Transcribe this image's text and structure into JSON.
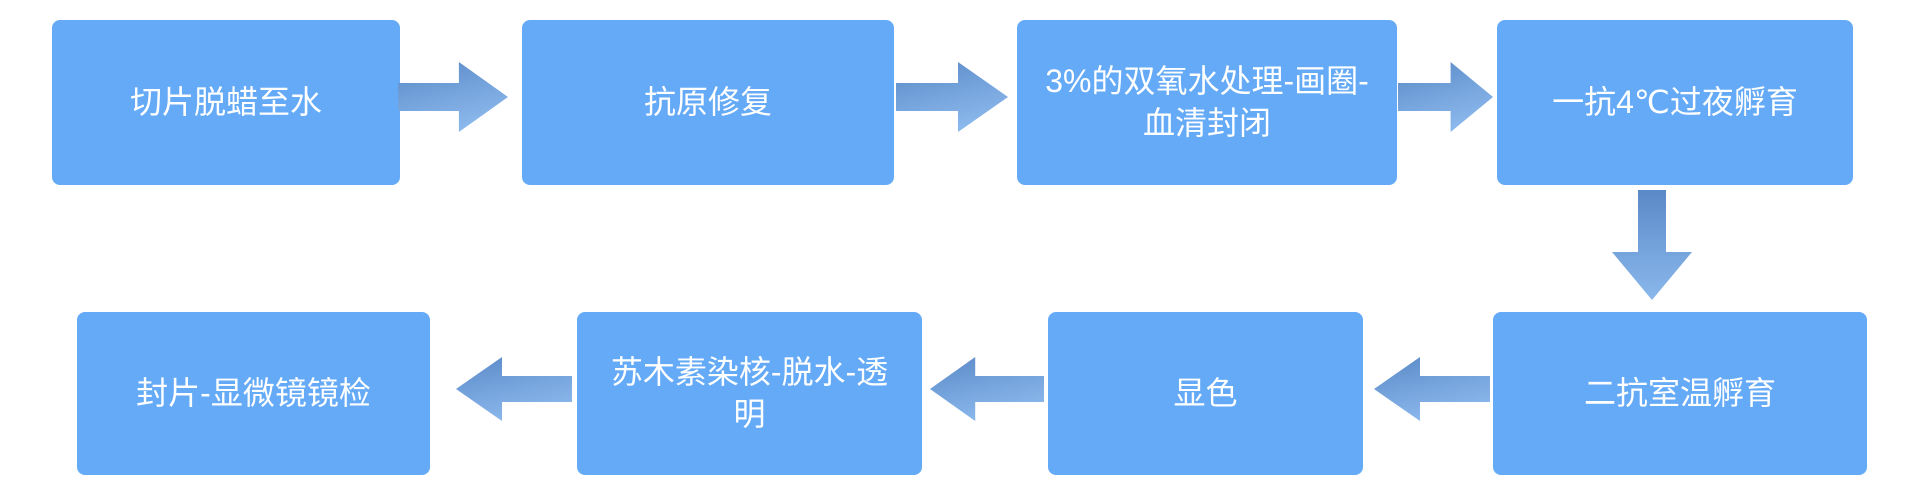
{
  "diagram": {
    "type": "flowchart",
    "colors": {
      "background": "#ffffff",
      "box_fill": "#64aaf7",
      "box_text": "#ffffff",
      "arrow_dark": "#5b89c7",
      "arrow_light": "#8ab8ec"
    },
    "steps": [
      {
        "id": 1,
        "text": "切片脱蜡至水",
        "lines": [
          "切片脱蜡至水"
        ]
      },
      {
        "id": 2,
        "text": "抗原修复",
        "lines": [
          "抗原修复"
        ]
      },
      {
        "id": 3,
        "text": "3%的双氧水处理-画圈-血清封闭",
        "lines": [
          "3%的双氧水处理-画圈-",
          "血清封闭"
        ]
      },
      {
        "id": 4,
        "text": "一抗4℃过夜孵育",
        "lines": [
          "一抗4℃过夜孵育"
        ]
      },
      {
        "id": 5,
        "text": "二抗室温孵育",
        "lines": [
          "二抗室温孵育"
        ]
      },
      {
        "id": 6,
        "text": "显色",
        "lines": [
          "显色"
        ]
      },
      {
        "id": 7,
        "text": "苏木素染核-脱水-透明",
        "lines": [
          "苏木素染核-脱水-透",
          "明"
        ]
      },
      {
        "id": 8,
        "text": "封片-显微镜镜检",
        "lines": [
          "封片-显微镜镜检"
        ]
      }
    ],
    "connectors": [
      {
        "from": 1,
        "to": 2,
        "direction": "right"
      },
      {
        "from": 2,
        "to": 3,
        "direction": "right"
      },
      {
        "from": 3,
        "to": 4,
        "direction": "right"
      },
      {
        "from": 4,
        "to": 5,
        "direction": "down"
      },
      {
        "from": 5,
        "to": 6,
        "direction": "left"
      },
      {
        "from": 6,
        "to": 7,
        "direction": "left"
      },
      {
        "from": 7,
        "to": 8,
        "direction": "left"
      }
    ]
  }
}
